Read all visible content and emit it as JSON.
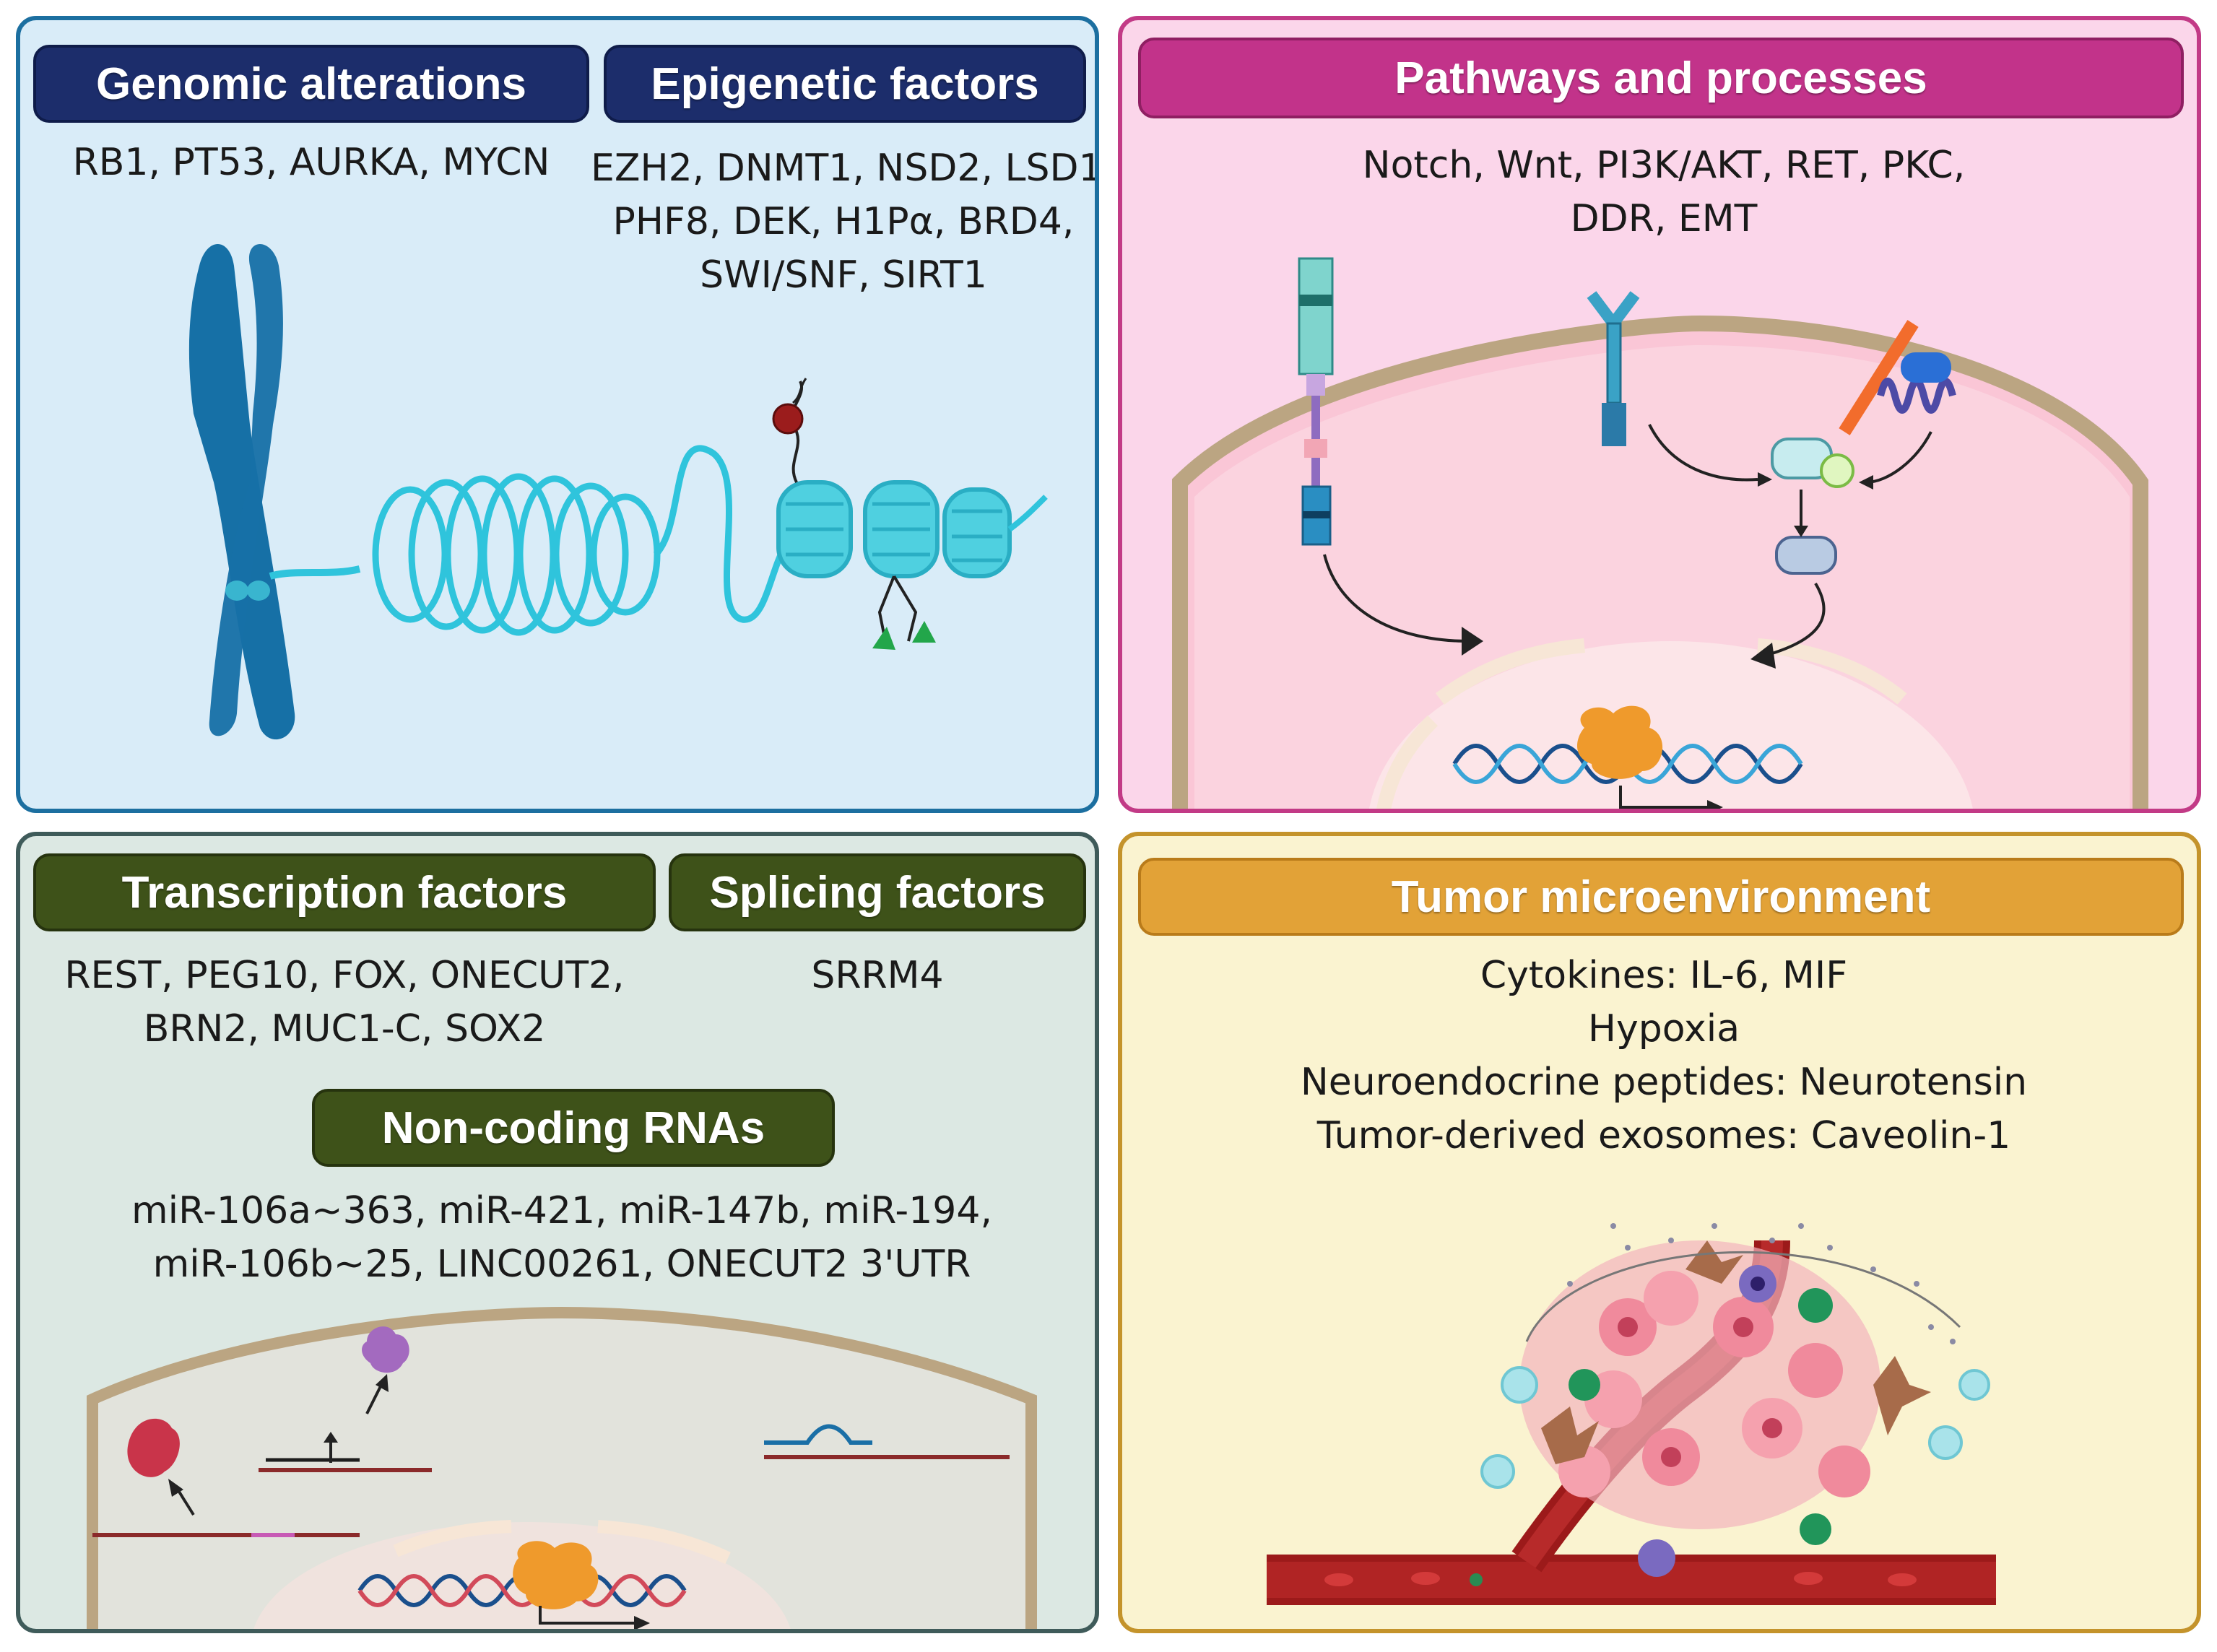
{
  "panels": {
    "genomic": {
      "title": "Genomic alterations",
      "lines": [
        "RB1, PT53, AURKA, MYCN"
      ]
    },
    "epigenetic": {
      "title": "Epigenetic factors",
      "lines": [
        "EZH2, DNMT1, NSD2, LSD1,",
        "PHF8, DEK, H1Pα, BRD4,",
        "SWI/SNF, SIRT1"
      ]
    },
    "pathways": {
      "title": "Pathways and processes",
      "lines": [
        "Notch, Wnt, PI3K/AKT, RET, PKC,",
        "DDR, EMT"
      ]
    },
    "transcription": {
      "title": "Transcription factors",
      "lines": [
        "REST, PEG10, FOX, ONECUT2,",
        "BRN2, MUC1-C, SOX2"
      ]
    },
    "splicing": {
      "title": "Splicing factors",
      "lines": [
        "SRRM4"
      ]
    },
    "noncoding": {
      "title": "Non-coding RNAs",
      "lines": [
        "miR-106a~363, miR-421, miR-147b, miR-194,",
        "miR-106b~25, LINC00261, ONECUT2 3'UTR"
      ]
    },
    "tme": {
      "title": "Tumor microenvironment",
      "lines": [
        "Cytokines: IL-6, MIF",
        "Hypoxia",
        "Neuroendocrine peptides: Neurotensin",
        "Tumor-derived exosomes: Caveolin-1"
      ]
    }
  },
  "colors": {
    "blue_panel_bg": "#d9ecf8",
    "blue_panel_border": "#1c6fa0",
    "navy_pill": "#1c2d6b",
    "pink_panel_bg": "#fbd6ea",
    "pink_panel_border": "#c23a86",
    "magenta_pill": "#c2338a",
    "green_panel_bg": "#dce8e3",
    "green_panel_border": "#3f5b5a",
    "olive_pill": "#3e5219",
    "yellow_panel_bg": "#faf3d0",
    "yellow_panel_border": "#c4932b",
    "orange_pill": "#e2a237"
  },
  "illustrations": [
    "chromosome-icon",
    "chromatin-fiber-icon",
    "nucleosome-icon",
    "cell-membrane-icon",
    "receptor-icon",
    "dna-helix-icon",
    "rna-polymerase-icon",
    "mirna-icon",
    "protein-icon",
    "blood-vessel-icon",
    "tumor-cell-cluster-icon"
  ]
}
